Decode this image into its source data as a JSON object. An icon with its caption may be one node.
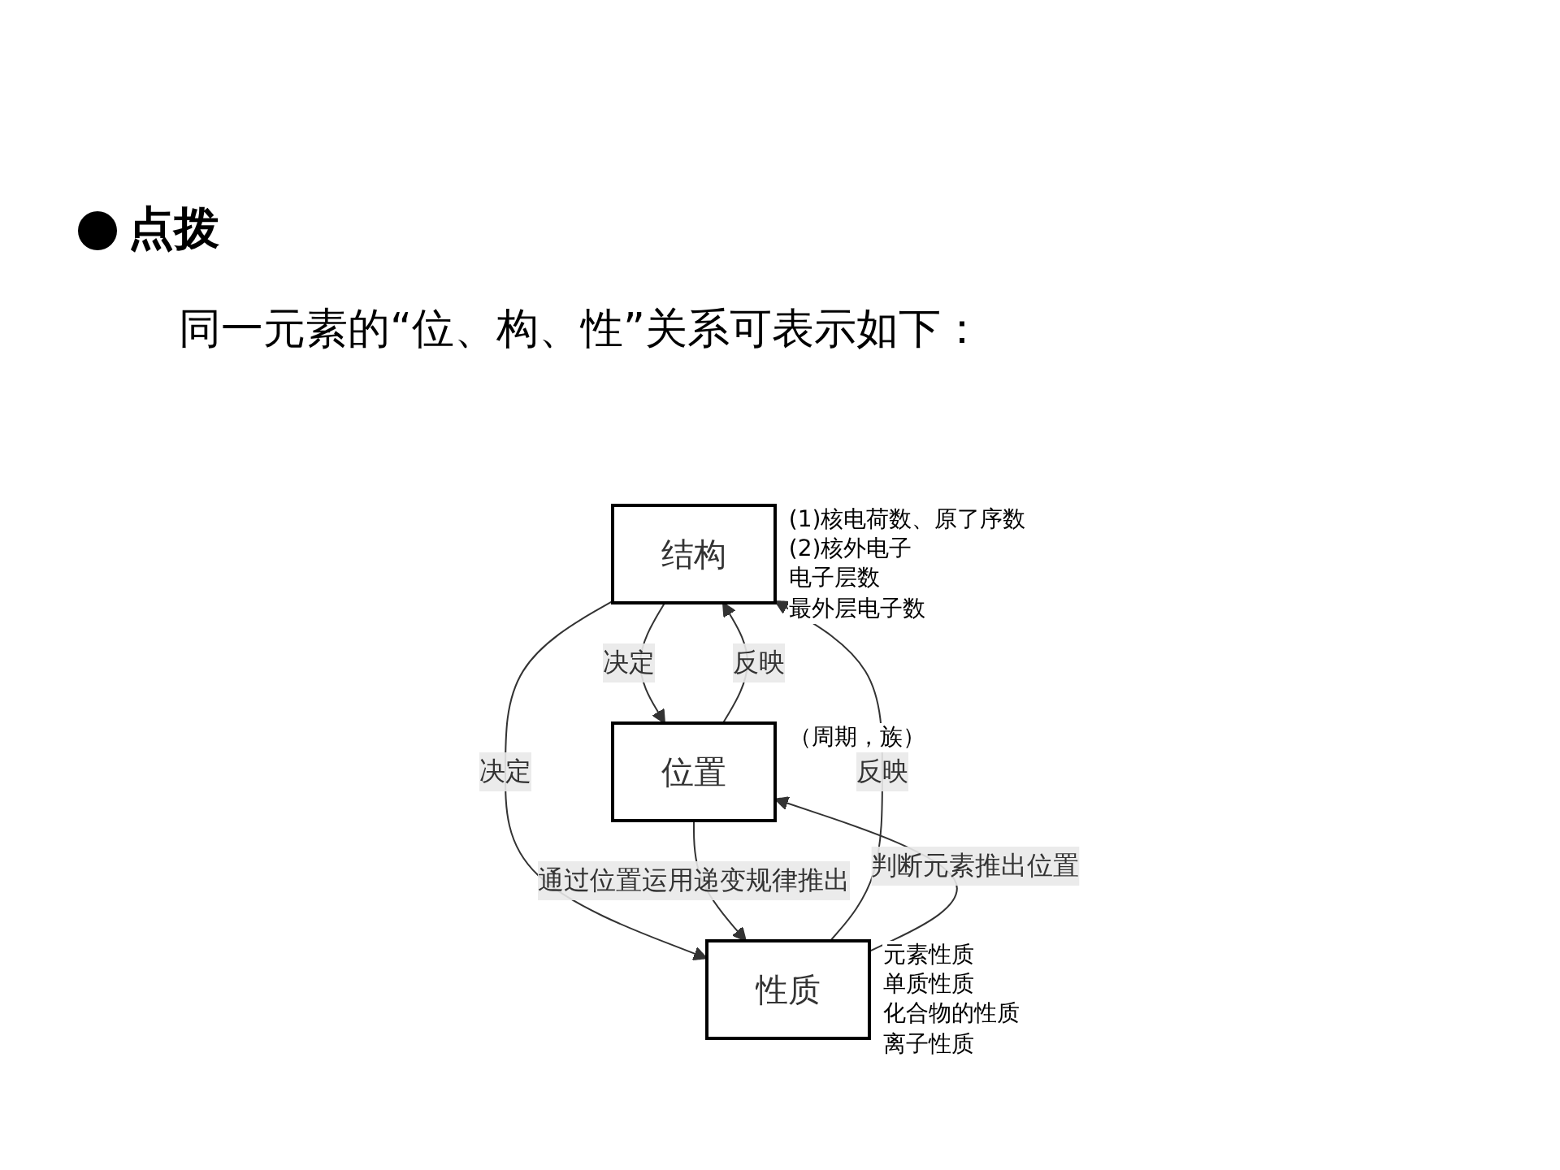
{
  "diagram": {
    "title": "点拨",
    "nodes": [
      {
        "text": [
          "结构"
        ],
        "beside": [
          "(1)核电荷数、原了序数",
          "(2)核外电子",
          "电子层数",
          "最外层电子数"
        ]
      },
      {
        "text": [
          "位置"
        ],
        "beside": [
          "（周期，族）"
        ]
      },
      {
        "text": [
          "性质"
        ],
        "beside": [
          "元素性质",
          "单质性质",
          "化合物的性质",
          "离子性质"
        ]
      }
    ],
    "edges": [
      {
        "from": 0,
        "to": 1,
        "arrow": "to",
        "label": "决定"
      },
      {
        "from": 1,
        "to": 0,
        "arrow": "to",
        "label": "反映"
      },
      {
        "from": 0,
        "to": 2,
        "arrow": "to",
        "label": "决定"
      },
      {
        "from": 2,
        "to": 0,
        "arrow": "to",
        "label": "反映"
      },
      {
        "from": 2,
        "to": 1,
        "arrow": "to",
        "label": "判断元素推出位置"
      },
      {
        "from": 1,
        "to": 2,
        "arrow": "to",
        "label": "通过位置运用递变规律推出"
      }
    ],
    "labels": [
      "同一元素的“位、构、性”关系可表示如下："
    ]
  }
}
